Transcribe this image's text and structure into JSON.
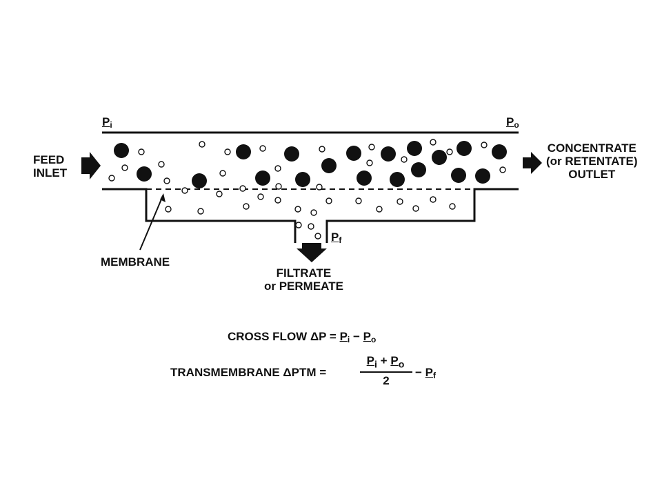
{
  "labels": {
    "feed": [
      "FEED",
      "INLET"
    ],
    "concentrate": [
      "CONCENTRATE",
      "(or RETENTATE)",
      "OUTLET"
    ],
    "membrane": "MEMBRANE",
    "filtrate": [
      "FILTRATE",
      "or PERMEATE"
    ]
  },
  "pressures": {
    "inlet": {
      "main": "P",
      "sub": "i"
    },
    "outlet": {
      "main": "P",
      "sub": "o"
    },
    "filtrate": {
      "main": "P",
      "sub": "f"
    }
  },
  "equations": {
    "cross_flow": {
      "lhs": "CROSS FLOW ΔP =",
      "p": "P",
      "i": "i",
      "minus": "−",
      "o": "o"
    },
    "transmembrane": {
      "lhs": "TRANSMEMBRANE ΔPTM =",
      "numerator_p": "P",
      "i": "i",
      "plus": "+",
      "o": "o",
      "denominator": "2",
      "minus": "−",
      "f": "f"
    }
  }
}
